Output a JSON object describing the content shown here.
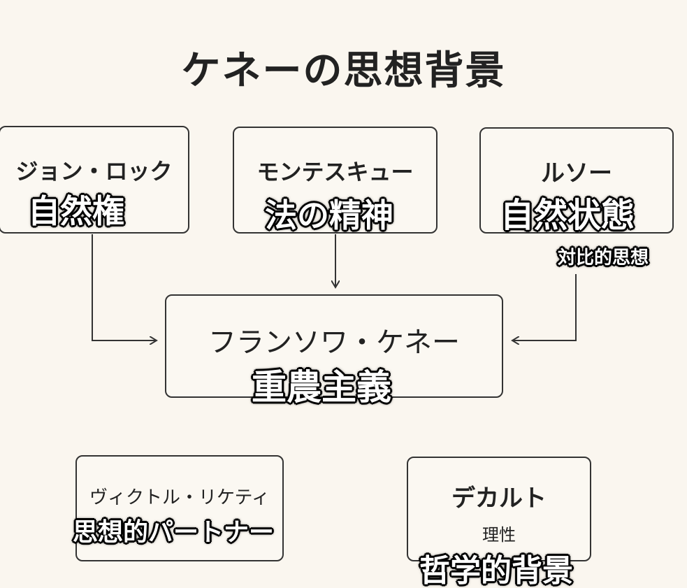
{
  "title": "ケネーの思想背景",
  "nodes": {
    "locke": {
      "name": "ジョン・ロック",
      "concept": "自然権"
    },
    "montesquieu": {
      "name": "モンテスキュー",
      "concept": "法の精神"
    },
    "rousseau": {
      "name": "ルソー",
      "concept": "自然状態",
      "relation": "対比的思想"
    },
    "quesnay": {
      "name": "フランソワ・ケネー",
      "concept": "重農主義"
    },
    "riqueti": {
      "name": "ヴィクトル・リケティ",
      "concept": "思想的パートナー"
    },
    "descartes": {
      "name": "デカルト",
      "subtitle": "理性",
      "concept": "哲学的背景"
    }
  },
  "edges": [
    {
      "from": "ジョン・ロック",
      "to": "フランソワ・ケネー"
    },
    {
      "from": "モンテスキュー",
      "to": "フランソワ・ケネー"
    },
    {
      "from": "ルソー",
      "to": "フランソワ・ケネー",
      "label": "対比的思想"
    }
  ],
  "colors": {
    "background": "#faf6ef",
    "box_border": "#333333",
    "line": "#333333",
    "overlay_text": "#ffffff",
    "overlay_outline": "#000000"
  }
}
